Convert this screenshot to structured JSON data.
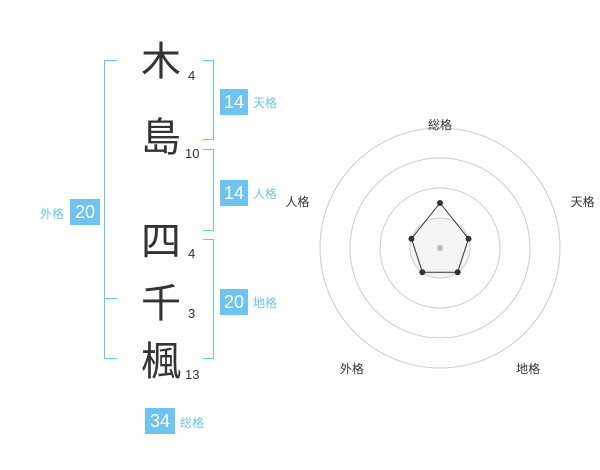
{
  "name": {
    "chars": [
      {
        "char": "木",
        "strokes": "4"
      },
      {
        "char": "島",
        "strokes": "10"
      },
      {
        "char": "四",
        "strokes": "4"
      },
      {
        "char": "千",
        "strokes": "3"
      },
      {
        "char": "楓",
        "strokes": "13"
      }
    ]
  },
  "kakusu": {
    "tenkaku": {
      "value": "14",
      "label": "天格"
    },
    "jinkaku": {
      "value": "14",
      "label": "人格"
    },
    "chikaku": {
      "value": "20",
      "label": "地格"
    },
    "gaikaku": {
      "value": "20",
      "label": "外格"
    },
    "soukaku": {
      "value": "34",
      "label": "総格"
    }
  },
  "radar": {
    "axes": [
      "総格",
      "天格",
      "地格",
      "外格",
      "人格"
    ],
    "levels": 4,
    "values": [
      1.5,
      1.0,
      1.0,
      1.0,
      1.0
    ],
    "max": 4
  },
  "colors": {
    "accent": "#6ec3f0",
    "text": "#333333",
    "grid": "#cccccc"
  }
}
